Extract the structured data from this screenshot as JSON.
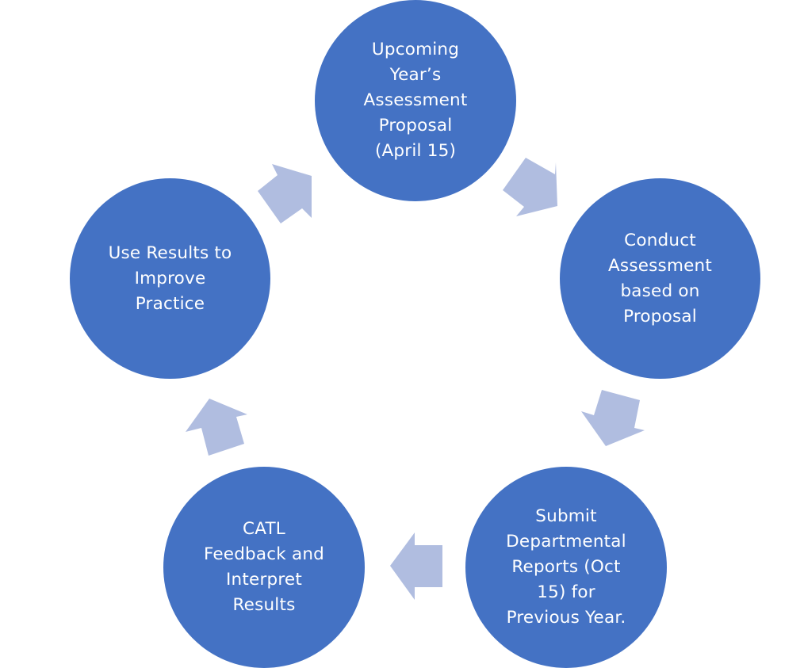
{
  "diagram": {
    "type": "cycle",
    "colors": {
      "node_fill": "#4472C4",
      "node_text": "#FFFFFF",
      "arrow_fill": "#B0BDE0",
      "background": "#FFFFFF"
    },
    "nodes": [
      {
        "id": "proposal",
        "label": "Upcoming\nYear’s\nAssessment\nProposal\n(April 15)"
      },
      {
        "id": "conduct",
        "label": "Conduct\nAssessment\nbased on\nProposal"
      },
      {
        "id": "submit",
        "label": "Submit\nDepartmental\nReports  (Oct\n15) for\nPrevious Year."
      },
      {
        "id": "feedback",
        "label": "CATL\nFeedback and\nInterpret\nResults"
      },
      {
        "id": "use-results",
        "label": "Use Results to\nImprove\nPractice"
      }
    ],
    "edges": [
      {
        "from": "proposal",
        "to": "conduct"
      },
      {
        "from": "conduct",
        "to": "submit"
      },
      {
        "from": "submit",
        "to": "feedback"
      },
      {
        "from": "feedback",
        "to": "use-results"
      },
      {
        "from": "use-results",
        "to": "proposal"
      }
    ]
  }
}
